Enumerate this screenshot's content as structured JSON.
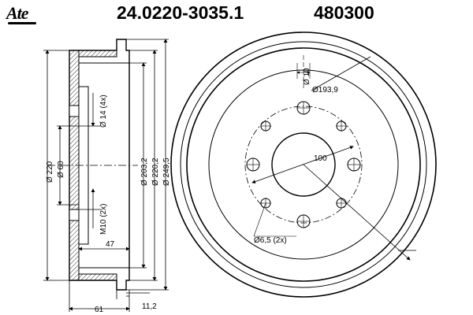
{
  "header": {
    "logo": "Ate",
    "part_number": "24.0220-3035.1",
    "code": "480300"
  },
  "dims": {
    "d220": "Ø 220",
    "d60": "Ø 60",
    "d14": "Ø 14 (4x)",
    "m10": "M10 (2x)",
    "d2032": "Ø 203,2",
    "d2202": "Ø 220,2",
    "d2495": "Ø 249,5",
    "w47": "47",
    "w61": "61",
    "w112": "11,2",
    "d10": "Ø 10",
    "d1939": "Ø193,9",
    "d100": "100",
    "d65": "Ø6,5 (2x)"
  }
}
